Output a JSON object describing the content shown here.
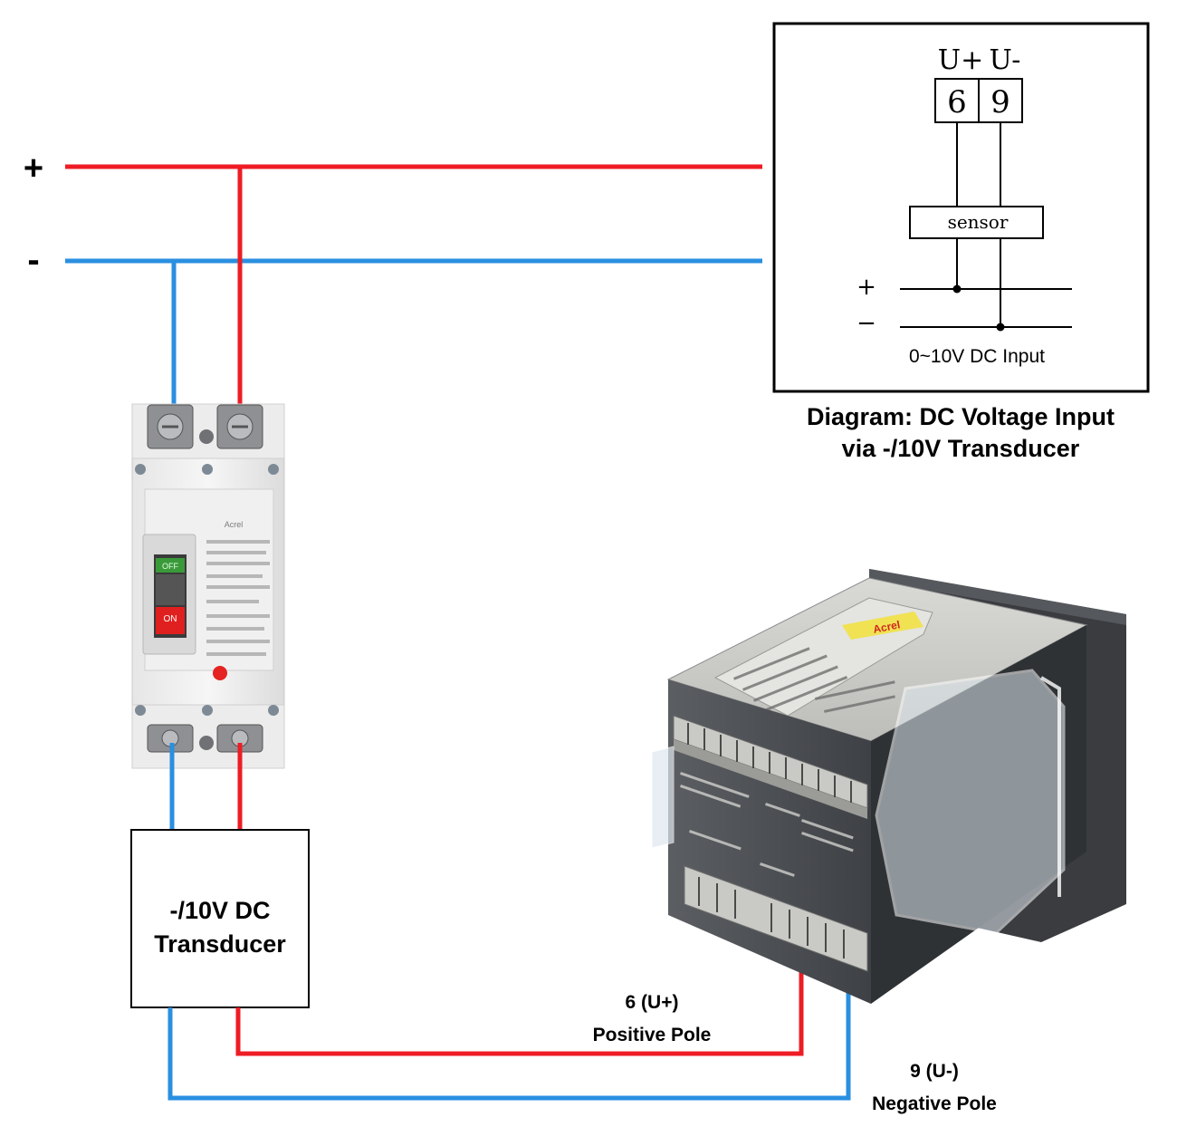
{
  "rails": {
    "plus_label": "+",
    "minus_label": "-",
    "plus_color": "#ee1c24",
    "minus_color": "#2a8fe0"
  },
  "inset": {
    "terminal_labels": [
      "U+",
      "U-"
    ],
    "terminal_numbers": [
      "6",
      "9"
    ],
    "sensor_label": "sensor",
    "bus_plus": "+",
    "bus_minus": "−",
    "input_caption": "0~10V DC Input"
  },
  "caption": {
    "line1": "Diagram: DC Voltage Input",
    "line2": "via -/10V Transducer"
  },
  "breaker": {
    "off_label": "OFF",
    "on_label": "ON",
    "brand": "Acrel"
  },
  "transducer": {
    "line1": "-/10V DC",
    "line2": "Transducer"
  },
  "meter": {
    "brand": "Acrel"
  },
  "wires": {
    "positive_terminal": "6 (U+)",
    "positive_label": "Positive Pole",
    "negative_terminal": "9 (U-)",
    "negative_label": "Negative Pole"
  }
}
